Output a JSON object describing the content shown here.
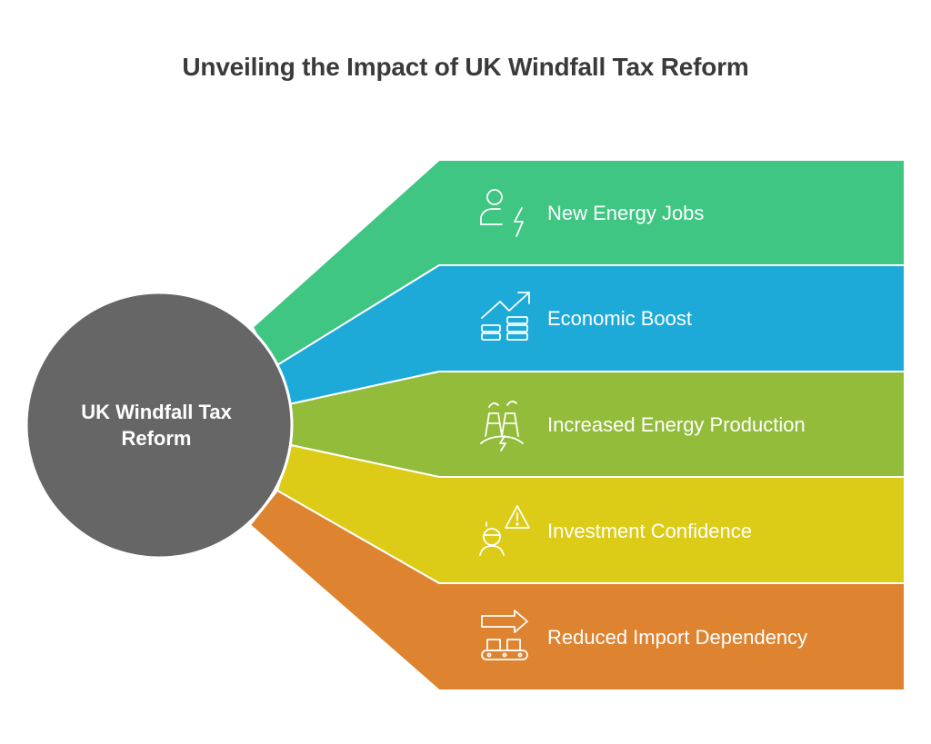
{
  "title": "Unveiling the Impact of UK Windfall Tax Reform",
  "hub": {
    "line1": "UK Windfall Tax",
    "line2": "Reform",
    "color": "#666666"
  },
  "branches": [
    {
      "label": "New Energy Jobs",
      "icon": "worker-lightning-icon",
      "color": "#3ec682"
    },
    {
      "label": "Economic Boost",
      "icon": "growth-coins-icon",
      "color": "#1eaad9"
    },
    {
      "label": "Increased Energy Production",
      "icon": "power-plant-icon",
      "color": "#92bc3a"
    },
    {
      "label": "Investment Confidence",
      "icon": "investor-warning-icon",
      "color": "#dccc17"
    },
    {
      "label": "Reduced Import Dependency",
      "icon": "conveyor-import-icon",
      "color": "#de8431"
    }
  ]
}
